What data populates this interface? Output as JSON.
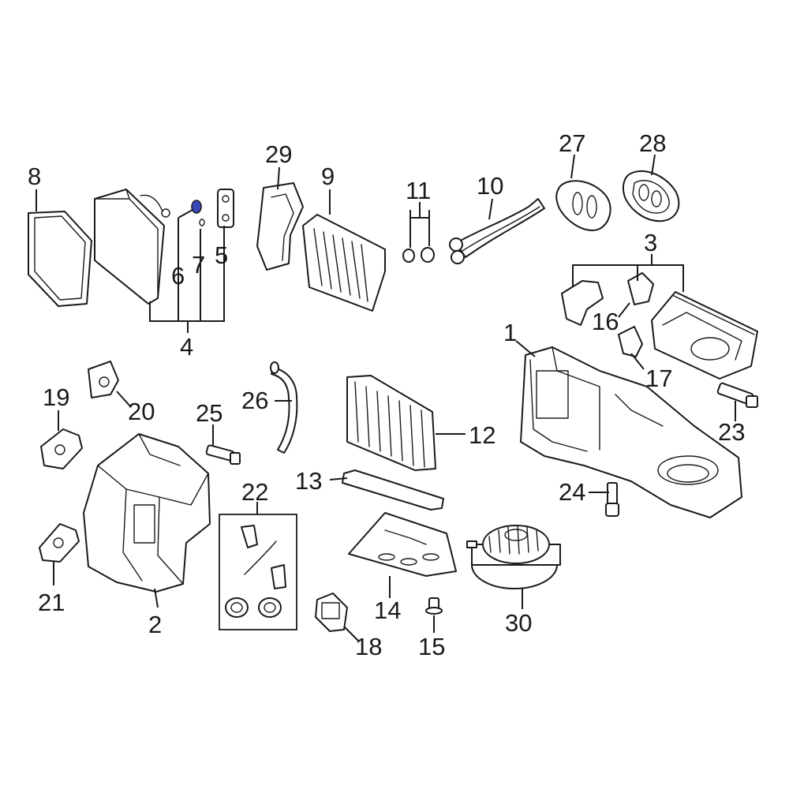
{
  "diagram": {
    "highlight_color": "#3a47b8",
    "line_color": "#1a1a1a",
    "background": "#ffffff",
    "callouts": [
      {
        "id": "1",
        "part": "hvac-housing"
      },
      {
        "id": "2",
        "part": "heater-housing"
      },
      {
        "id": "3",
        "part": "blower-housing-group"
      },
      {
        "id": "4",
        "part": "evaporator-group"
      },
      {
        "id": "5",
        "part": "expansion-valve"
      },
      {
        "id": "6",
        "part": "o-ring-highlighted"
      },
      {
        "id": "7",
        "part": "o-ring"
      },
      {
        "id": "8",
        "part": "cabin-filter"
      },
      {
        "id": "9",
        "part": "heater-core"
      },
      {
        "id": "10",
        "part": "heater-core-pipes"
      },
      {
        "id": "11",
        "part": "hose-clamps"
      },
      {
        "id": "12",
        "part": "cabin-air-filter"
      },
      {
        "id": "13",
        "part": "filter-cover"
      },
      {
        "id": "14",
        "part": "lower-cover"
      },
      {
        "id": "15",
        "part": "fastener"
      },
      {
        "id": "16",
        "part": "actuator"
      },
      {
        "id": "17",
        "part": "actuator"
      },
      {
        "id": "18",
        "part": "resistor"
      },
      {
        "id": "19",
        "part": "actuator"
      },
      {
        "id": "20",
        "part": "actuator"
      },
      {
        "id": "21",
        "part": "actuator"
      },
      {
        "id": "22",
        "part": "seal-kit"
      },
      {
        "id": "23",
        "part": "temperature-sensor"
      },
      {
        "id": "24",
        "part": "sensor"
      },
      {
        "id": "25",
        "part": "sensor"
      },
      {
        "id": "26",
        "part": "drain-hose"
      },
      {
        "id": "27",
        "part": "seal"
      },
      {
        "id": "28",
        "part": "seal"
      },
      {
        "id": "29",
        "part": "duct"
      },
      {
        "id": "30",
        "part": "blower-motor"
      }
    ]
  }
}
